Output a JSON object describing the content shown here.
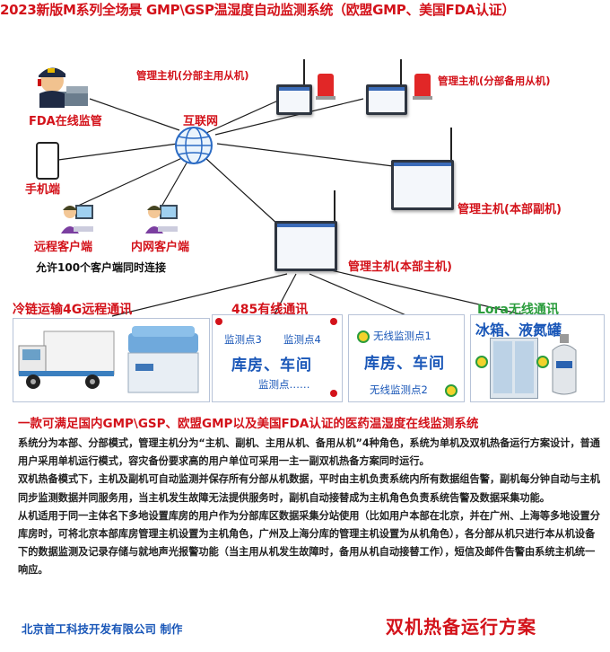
{
  "title": "2023新版M系列全场景 GMP\\GSP温湿度自动监测系统（欧盟GMP、美国FDA认证）",
  "nodes": {
    "fda": "FDA在线监管",
    "mobile": "手机端",
    "remote_client": "远程客户端",
    "intranet_client": "内网客户端",
    "client_note": "允许100个客户端同时连接",
    "internet": "互联网",
    "branch_main_slave": "管理主机(分部主用从机)",
    "branch_backup_slave": "管理主机(分部备用从机)",
    "hq_vice": "管理主机(本部副机)",
    "hq_main": "管理主机(本部主机)"
  },
  "sections": {
    "cold_chain": {
      "header": "冷链运输4G远程通讯"
    },
    "wired": {
      "header": "485有线通讯",
      "point3": "监测点3",
      "point4": "监测点4",
      "area": "库房、车间",
      "points_more": "监测点……"
    },
    "wireless": {
      "point1": "无线监测点1",
      "area": "库房、车间",
      "point2": "无线监测点2"
    },
    "lora": {
      "header": "Lora无线通讯",
      "area": "冰箱、液氮罐"
    }
  },
  "headline": "一款可满足国内GMP\\GSP、欧盟GMP以及美国FDA认证的医药温湿度在线监测系统",
  "paragraphs": [
    "系统分为本部、分部模式，管理主机分为“主机、副机、主用从机、备用从机”4种角色，系统为单机及双机热备运行方案设计，普通用户采用单机运行模式，容灾备份要求高的用户单位可采用一主一副双机热备方案同时运行。",
    "双机热备模式下，主机及副机可自动监测并保存所有分部从机数据，平时由主机负责系统内所有数据组告警，副机每分钟自动与主机同步监测数据并同服务用，当主机发生故障无法提供服务时，副机自动接替成为主机角色负责系统告警及数据采集功能。",
    "从机适用于同一主体名下多地设置库房的用户作为分部库区数据采集分站使用（比如用户本部在北京，并在广州、上海等多地设置分库房时，可将北京本部库房管理主机设置为主机角色，广州及上海分库的管理主机设置为从机角色），各分部从机只进行本从机设备下的数据监测及记录存储与就地声光报警功能（当主用从机发生故障时，备用从机自动接替工作），短信及邮件告警由系统主机统一响应。"
  ],
  "footer": {
    "company": "北京首工科技开发有限公司 制作",
    "scheme": "双机热备运行方案"
  },
  "colors": {
    "red": "#d3121a",
    "blue": "#1a57b8",
    "green": "#2a9c3c",
    "line": "#1c1c1c"
  }
}
